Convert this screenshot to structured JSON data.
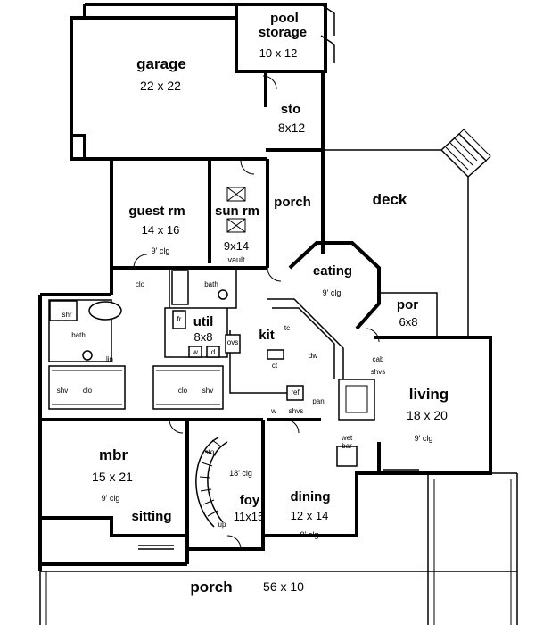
{
  "rooms": {
    "pool_storage": {
      "name_line1": "pool",
      "name_line2": "storage",
      "size": "10 x 12"
    },
    "garage": {
      "name": "garage",
      "size": "22 x 22"
    },
    "sto_top": {
      "name": "sto",
      "size": "8x12"
    },
    "porch_mid": {
      "name": "porch"
    },
    "deck": {
      "name": "deck"
    },
    "guest_rm": {
      "name": "guest rm",
      "size": "14 x 16",
      "ceiling": "9' clg"
    },
    "sun_rm": {
      "name": "sun rm",
      "size": "9x14",
      "note": "vault"
    },
    "eating": {
      "name": "eating",
      "ceiling": "9' clg"
    },
    "por": {
      "name": "por",
      "size": "6x8"
    },
    "util": {
      "name": "util",
      "size": "8x8"
    },
    "kit": {
      "name": "kit"
    },
    "living": {
      "name": "living",
      "size": "18 x 20",
      "ceiling": "9' clg"
    },
    "mbr": {
      "name": "mbr",
      "size": "15 x 21",
      "ceiling": "9' clg"
    },
    "sitting": {
      "name": "sitting"
    },
    "foy": {
      "name": "foy",
      "size": "11x15",
      "ceiling": "18' clg"
    },
    "dining": {
      "name": "dining",
      "size": "12 x 14",
      "ceiling": "9' clg"
    },
    "porch_front": {
      "name": "porch",
      "size": "56 x 10"
    }
  },
  "fixtures": {
    "clo_guest": "clo",
    "bath_mid": "bath",
    "shr": "shr",
    "bath_master": "bath",
    "lin": "lin",
    "shv_left": "shv",
    "clo_left": "clo",
    "clo_right": "clo",
    "shv_right": "shv",
    "fr": "fr",
    "w": "w",
    "d": "d",
    "ovs": "ovs",
    "ct": "ct",
    "tc": "tc",
    "dw": "dw",
    "cab": "cab",
    "shvs_kit": "shvs",
    "pan": "pan",
    "ref": "ref",
    "w_circle": "w",
    "shvs_lower": "shvs",
    "wet_bar_1": "wet",
    "wet_bar_2": "bar",
    "sto_foy": "sto",
    "up": "up"
  }
}
